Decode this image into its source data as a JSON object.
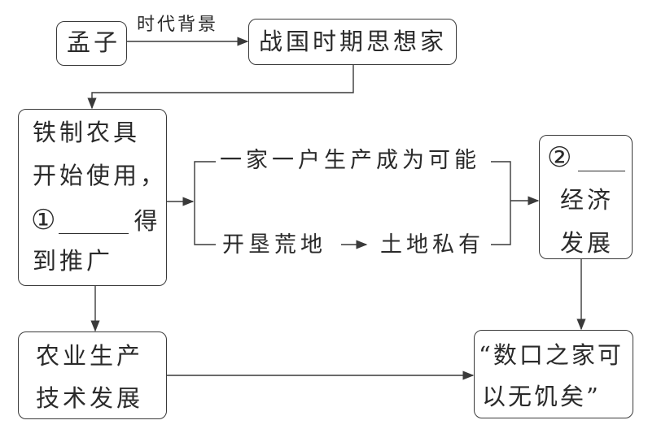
{
  "nodes": {
    "mencius": "孟子",
    "thinker": "战国时期思想家",
    "iron_tools": {
      "line1": "铁制农具",
      "line2": "开始使用，",
      "line3_marker": "①",
      "line3_suffix": "得",
      "line4": "到推广"
    },
    "economy": {
      "marker": "②",
      "line2": "经济",
      "line3": "发展"
    },
    "agri_tech": {
      "line1": "农业生产",
      "line2": "技术发展"
    },
    "quote": {
      "line1": "“数口之家可",
      "line2": "以无饥矣”"
    }
  },
  "edge_labels": {
    "background": "时代背景",
    "household": "一家一户生产成为可能",
    "reclaim": "开垦荒地",
    "private_land": "土地私有"
  },
  "colors": {
    "line": "#3a3a3a",
    "text": "#2a2a2a"
  }
}
